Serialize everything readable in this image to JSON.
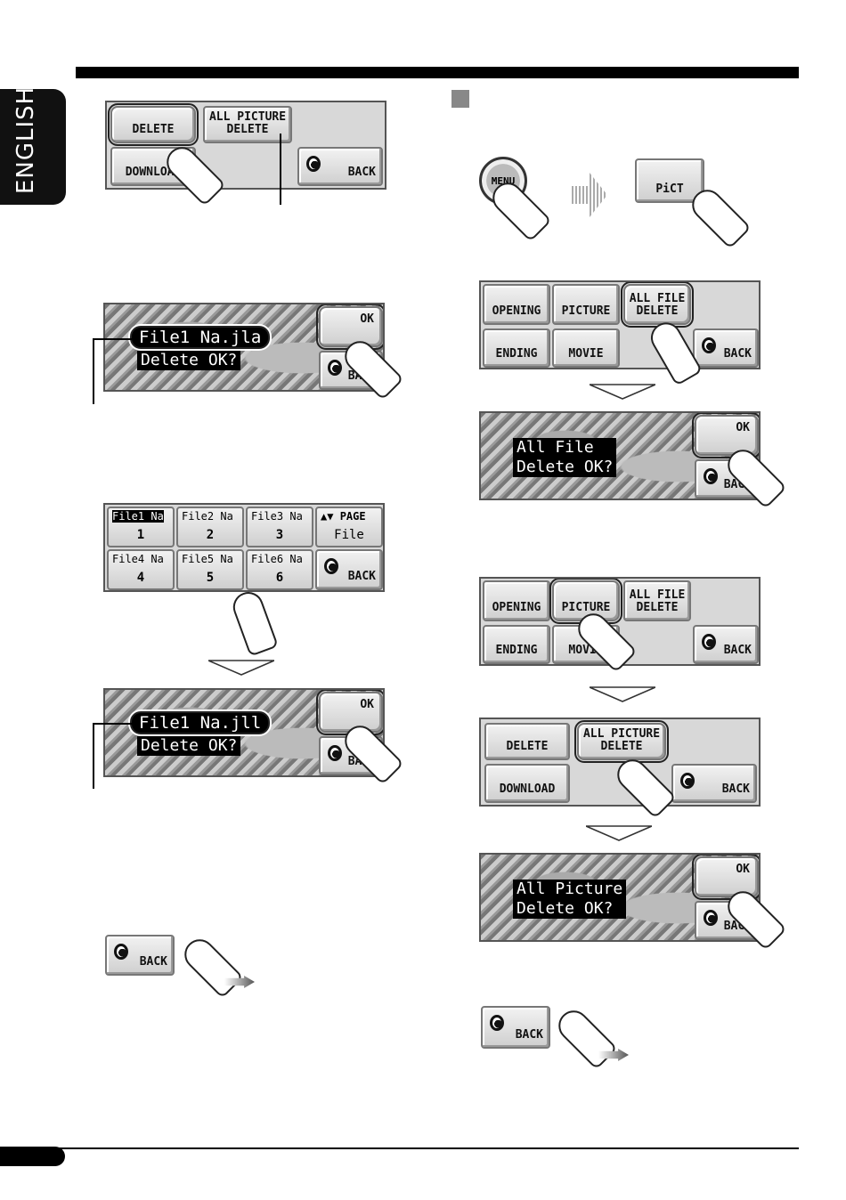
{
  "sidebar": {
    "language": "ENGLISH"
  },
  "menu1": {
    "delete": "DELETE",
    "all_picture_delete": "ALL PICTURE\nDELETE",
    "download": "DOWNLOAD",
    "back": "BACK"
  },
  "confirm1": {
    "file_name": "File1 Na.jla",
    "message": "Delete OK?",
    "ok": "OK",
    "back": "BACK"
  },
  "file_list": {
    "items": [
      {
        "name": "File1 Na",
        "num": "1"
      },
      {
        "name": "File2 Na",
        "num": "2"
      },
      {
        "name": "File3 Na",
        "num": "3"
      },
      {
        "name": "File4 Na",
        "num": "4"
      },
      {
        "name": "File5 Na",
        "num": "5"
      },
      {
        "name": "File6 Na",
        "num": "6"
      }
    ],
    "page_label": "PAGE",
    "page_sub": "File",
    "back": "BACK"
  },
  "confirm2": {
    "file_name": "File1 Na.jll",
    "message": "Delete OK?",
    "ok": "OK",
    "back": "BACK"
  },
  "back_step_left": {
    "back": "BACK"
  },
  "menu_knob": {
    "label": "MENU"
  },
  "pict_button": {
    "label": "PiCT"
  },
  "pict_menu": {
    "opening": "OPENING",
    "picture": "PICTURE",
    "all_file_delete": "ALL FILE\nDELETE",
    "ending": "ENDING",
    "movie": "MOVIE",
    "back": "BACK"
  },
  "confirm_all_file": {
    "message": "All File\nDelete OK?",
    "ok": "OK",
    "back": "BACK"
  },
  "confirm_all_picture": {
    "message": "All Picture\nDelete OK?",
    "ok": "OK",
    "back": "BACK"
  },
  "back_step_right": {
    "back": "BACK"
  }
}
